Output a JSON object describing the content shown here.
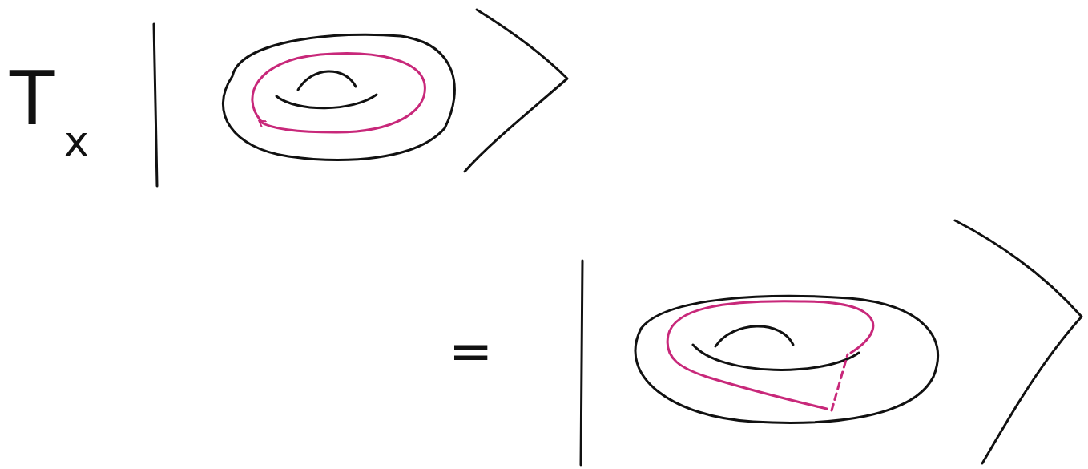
{
  "diagram": {
    "labels": [
      "T",
      "x",
      "="
    ]
  }
}
